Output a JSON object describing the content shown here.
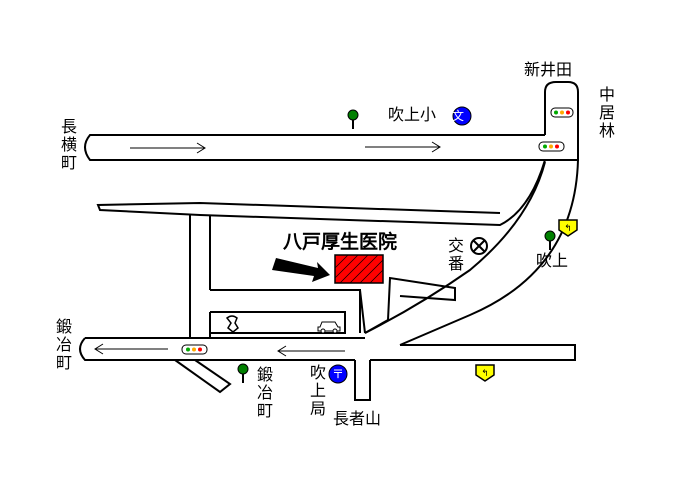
{
  "map": {
    "colors": {
      "road_fill": "#ffffff",
      "road_outline": "#000000",
      "hospital_fill": "#ff0000",
      "school_marker": "#0000ff",
      "post_marker": "#0000ff",
      "route_sign": "#ffff00",
      "tree": "#008000"
    },
    "labels": {
      "hospital": "八戸厚生医院",
      "nagayoko": "長横町",
      "fukiage_elementary": "吹上小",
      "nīda": "新井田",
      "nakaibayashi": "中居林",
      "police_box": "交番",
      "fukiage": "吹上",
      "kajimachi_left": "鍛冶町",
      "kajimachi_bottom": "鍛冶町",
      "fukiage_post_office": "吹上局",
      "chojayama": "長者山"
    },
    "icons": {
      "school": "文",
      "post_office": "〒",
      "police": "circle-x-icon",
      "traffic_light": "traffic-light-icon",
      "tree": "tree-icon",
      "shrine": "shrine-icon",
      "parking": "car-icon",
      "route_sign": "route-sign-icon"
    }
  }
}
